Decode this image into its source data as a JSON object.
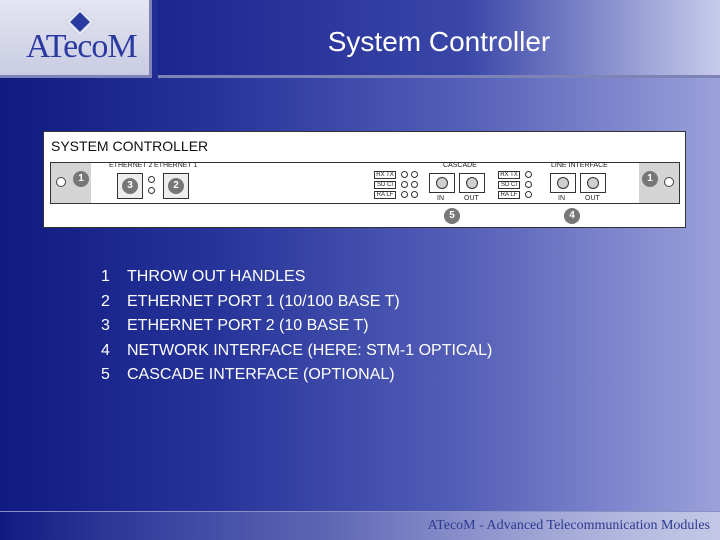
{
  "header": {
    "logo_text": "ATecoM",
    "title": "System Controller"
  },
  "panel": {
    "title": "SYSTEM CONTROLLER",
    "labels": {
      "ethernet2": "ETHERNET 2",
      "ethernet1": "ETHERNET 1",
      "cascade": "CASCADE",
      "line_interface": "LINE INTERFACE",
      "in": "IN",
      "out": "OUT",
      "rx_tx": "RX TX",
      "sd_ci": "SD CI",
      "ra_lf": "RA LF",
      "sd_ci_2": "SD CI"
    },
    "badges": [
      "1",
      "3",
      "2",
      "5",
      "4",
      "1"
    ]
  },
  "legend": [
    {
      "num": "1",
      "text": "THROW OUT HANDLES"
    },
    {
      "num": "2",
      "text": "ETHERNET PORT 1 (10/100 BASE T)"
    },
    {
      "num": "3",
      "text": "ETHERNET PORT 2 (10 BASE T)"
    },
    {
      "num": "4",
      "text": "NETWORK INTERFACE (HERE: STM-1 OPTICAL)"
    },
    {
      "num": "5",
      "text": "CASCADE INTERFACE (OPTIONAL)"
    }
  ],
  "footer": {
    "text": "ATecoM - Advanced Telecommunication Modules"
  },
  "colors": {
    "background_dark": "#101a80",
    "background_light": "#9aa1da",
    "logo_blue": "#2a3aa0",
    "text_white": "#ffffff"
  }
}
